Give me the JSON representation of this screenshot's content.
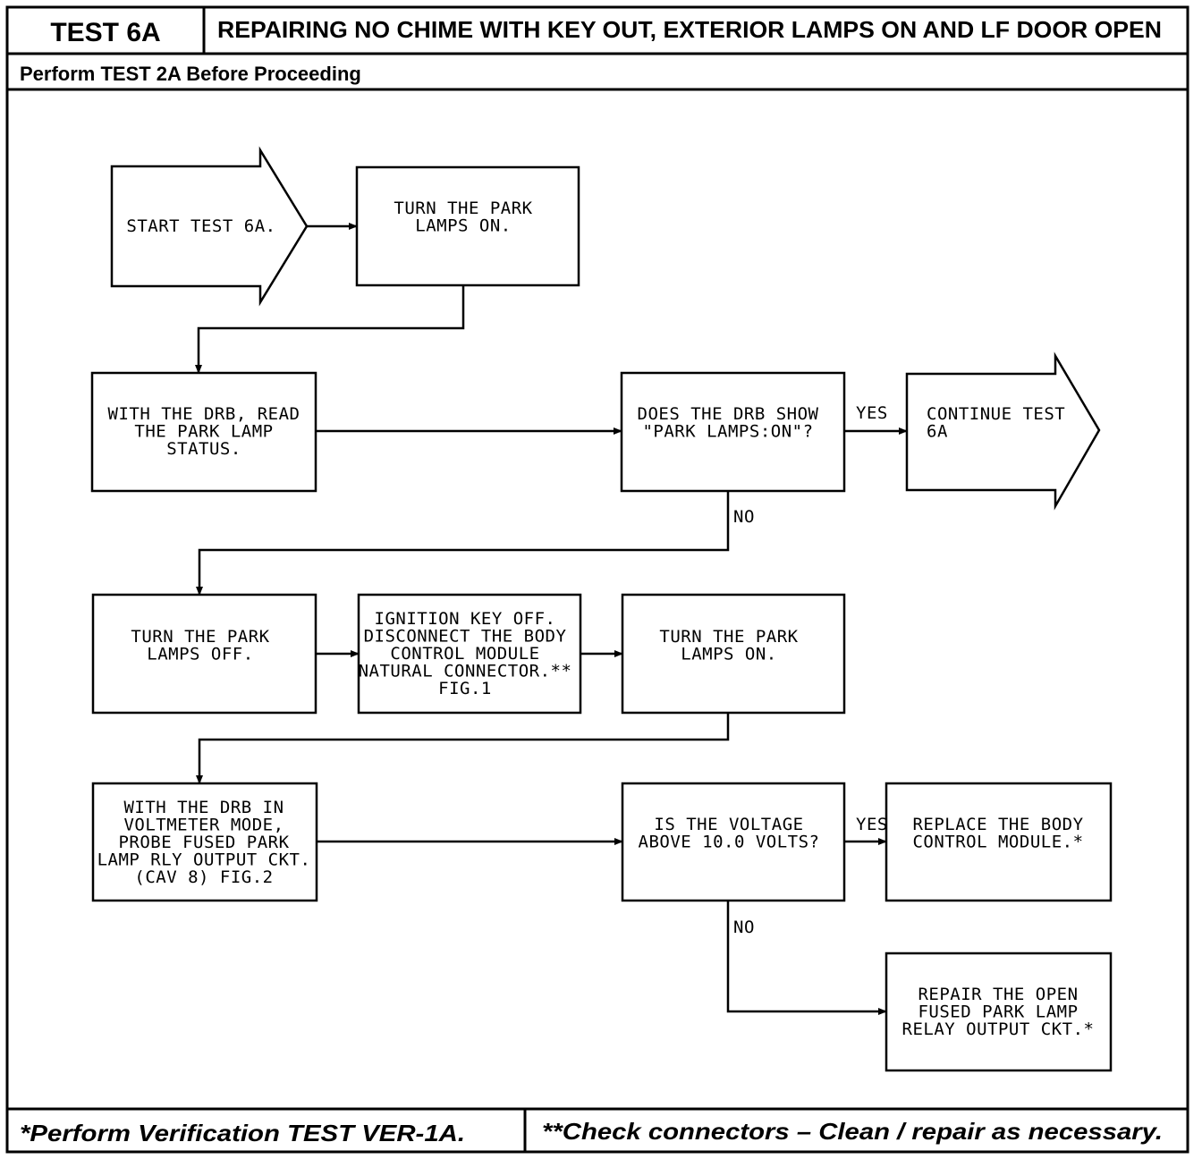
{
  "header": {
    "test_id": "TEST 6A",
    "title": "REPAIRING NO CHIME WITH KEY OUT, EXTERIOR LAMPS ON AND LF DOOR OPEN",
    "prerequisite": "Perform TEST 2A Before Proceeding"
  },
  "flow": {
    "start": [
      "START TEST 6A."
    ],
    "turn_park_on_1": [
      "TURN THE PARK",
      "LAMPS ON."
    ],
    "read_status": [
      "WITH THE DRB, READ",
      "THE PARK LAMP",
      "STATUS."
    ],
    "decision_show": [
      "DOES THE DRB SHOW",
      "\"PARK LAMPS:ON\"?"
    ],
    "continue": [
      "CONTINUE TEST",
      "6A"
    ],
    "turn_park_off": [
      "TURN THE PARK",
      "LAMPS OFF."
    ],
    "ignition_off": [
      "IGNITION KEY OFF.",
      "DISCONNECT THE BODY",
      "CONTROL MODULE",
      "NATURAL CONNECTOR.**",
      "FIG.1"
    ],
    "turn_park_on_2": [
      "TURN THE PARK",
      "LAMPS ON."
    ],
    "probe": [
      "WITH THE DRB IN",
      "VOLTMETER MODE,",
      "PROBE FUSED PARK",
      "LAMP RLY OUTPUT CKT.",
      "(CAV 8) FIG.2"
    ],
    "decision_voltage": [
      "IS THE VOLTAGE",
      "ABOVE 10.0 VOLTS?"
    ],
    "replace_bcm": [
      "REPLACE THE BODY",
      "CONTROL MODULE.*"
    ],
    "repair_open": [
      "REPAIR THE OPEN",
      "FUSED PARK LAMP",
      "RELAY OUTPUT CKT.*"
    ],
    "labels": {
      "yes_1": "YES",
      "no_1": "NO",
      "yes_2": "YES",
      "no_2": "NO"
    }
  },
  "footer": {
    "left": "*Perform Verification TEST VER-1A.",
    "right": "**Check connectors – Clean / repair as necessary."
  }
}
